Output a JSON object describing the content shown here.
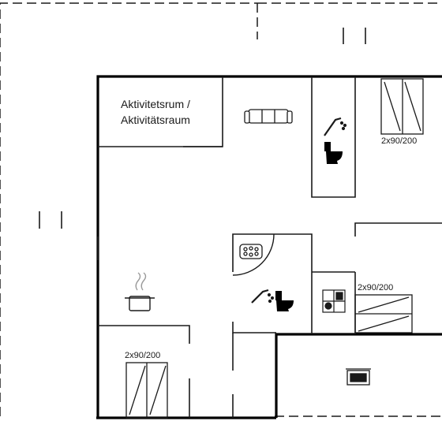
{
  "rooms": {
    "activity_room": {
      "line1": "Aktivitetsrum /",
      "line2": "Aktivitätsraum"
    }
  },
  "beds": {
    "bed_top_right": "2x90/200",
    "bed_mid_right": "2x90/200",
    "bed_bottom_left": "2x90/200"
  },
  "icons": [
    "sofa-icon",
    "shower-icon",
    "toilet-icon",
    "whirlpool-icon",
    "cooking-pot-icon",
    "laundry-icon",
    "tv-icon"
  ],
  "colors": {
    "wall": "#000000",
    "line": "#1a1a1a",
    "background": "#ffffff"
  }
}
